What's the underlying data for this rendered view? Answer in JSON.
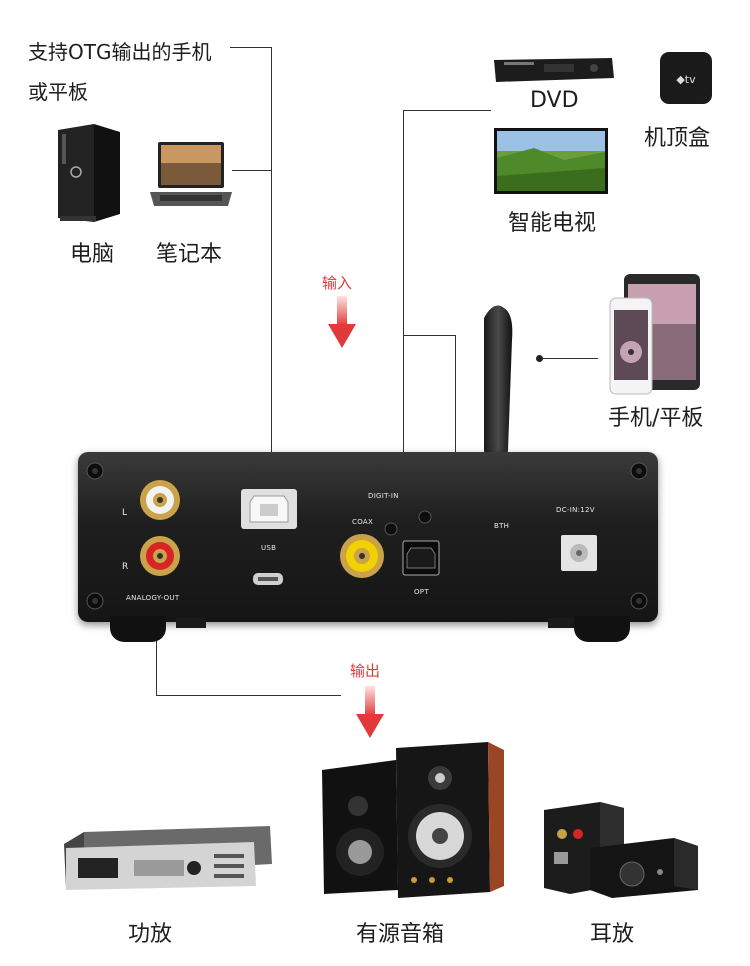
{
  "labels": {
    "source_otg_line1": "支持OTG输出的手机",
    "source_otg_line2": "或平板",
    "pc": "电脑",
    "laptop": "笔记本",
    "dvd": "DVD",
    "tv": "智能电视",
    "settop": "机顶盒",
    "phone_tablet": "手机/平板",
    "input": "输入",
    "output": "输出",
    "amp": "功放",
    "speakers": "有源音箱",
    "headphone_amp": "耳放"
  },
  "panel": {
    "left_ch": "L",
    "right_ch": "R",
    "analog_out": "ANALOGY-OUT",
    "usb": "USB",
    "digit_in": "DIGIT-IN",
    "coax": "COAX",
    "opt": "OPT",
    "bt": "BTH",
    "dc_in": "DC-IN:12V"
  },
  "colors": {
    "arrow_red": "#e23a3a",
    "line": "#333333",
    "panel": "#1f1f1f"
  }
}
